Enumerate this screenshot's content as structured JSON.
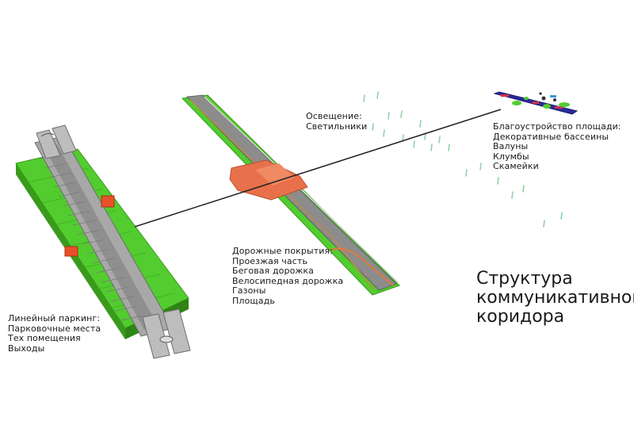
{
  "heading": {
    "lines": [
      "Структура",
      "коммуникативного",
      "коридора"
    ]
  },
  "labels": {
    "lighting": {
      "title": "Освещение:",
      "items": [
        "Светильники"
      ]
    },
    "square": {
      "title": "Благоустройство площади:",
      "items": [
        "Декоративные бассеины",
        "Валуны",
        "Клумбы",
        "Скамейки"
      ]
    },
    "surfaces": {
      "title": "Дорожные покрытия:",
      "items": [
        "Проезжая часть",
        "Беговая дорожка",
        "Велосипедная дорожка",
        "Газоны",
        "Площадь"
      ]
    },
    "parking": {
      "title": "Линейный паркинг:",
      "items": [
        "Парковочные места",
        "Тех помещения",
        "Выходы"
      ]
    }
  },
  "colors": {
    "grass": "#52cc2e",
    "grass_dark": "#3ea81f",
    "road": "#8c8c8c",
    "road_light": "#b5b5b5",
    "plaza": "#e8704a",
    "parking_deck": "#a8a8a8",
    "lamp": "#8fd3a6",
    "pool_blue": "#2a2a9a",
    "bench_red": "#d6304a",
    "connector_line": "#222222"
  }
}
